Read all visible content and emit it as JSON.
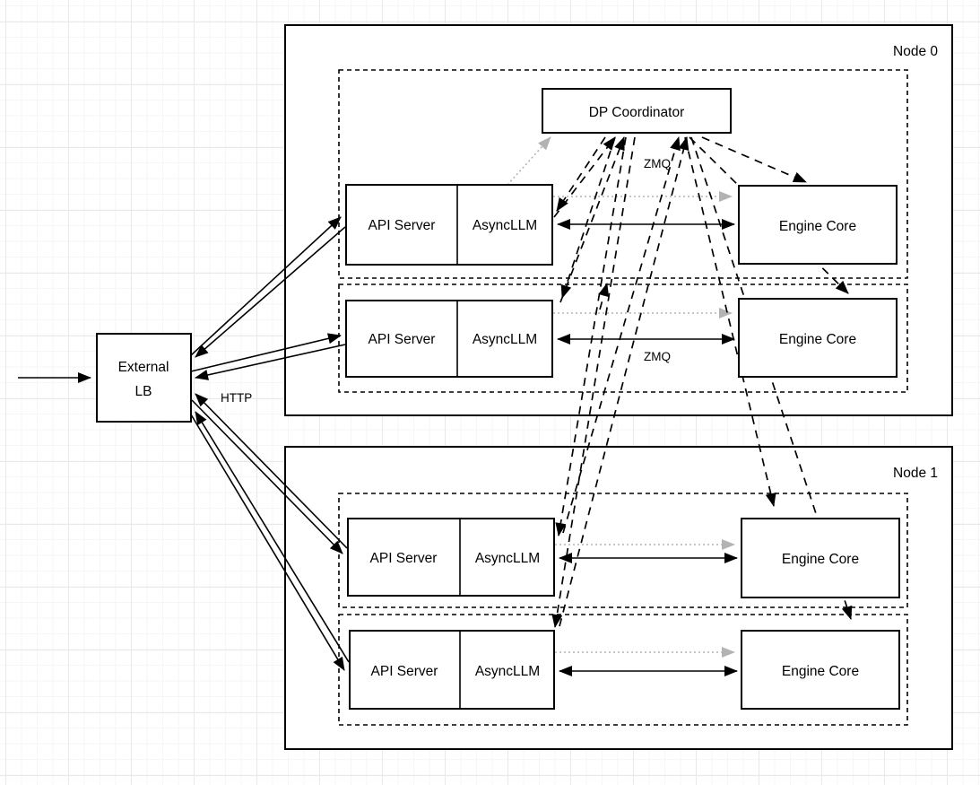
{
  "nodes": [
    {
      "label": "Node 0"
    },
    {
      "label": "Node 1"
    }
  ],
  "external_lb": {
    "line1": "External",
    "line2": "LB"
  },
  "dp_coordinator": {
    "label": "DP Coordinator"
  },
  "rows": [
    {
      "api": "API Server",
      "async": "AsyncLLM",
      "engine": "Engine Core"
    },
    {
      "api": "API Server",
      "async": "AsyncLLM",
      "engine": "Engine Core"
    },
    {
      "api": "API Server",
      "async": "AsyncLLM",
      "engine": "Engine Core"
    },
    {
      "api": "API Server",
      "async": "AsyncLLM",
      "engine": "Engine Core"
    }
  ],
  "edge_labels": {
    "http": "HTTP",
    "zmq_top": "ZMQ",
    "zmq_bottom": "ZMQ"
  },
  "colors": {
    "stroke": "#000000",
    "gray_dotted_arrow": "#b3b3b3",
    "background": "#ffffff",
    "grid_minor": "#f6f6f6",
    "grid_major": "#e9e9e9"
  }
}
